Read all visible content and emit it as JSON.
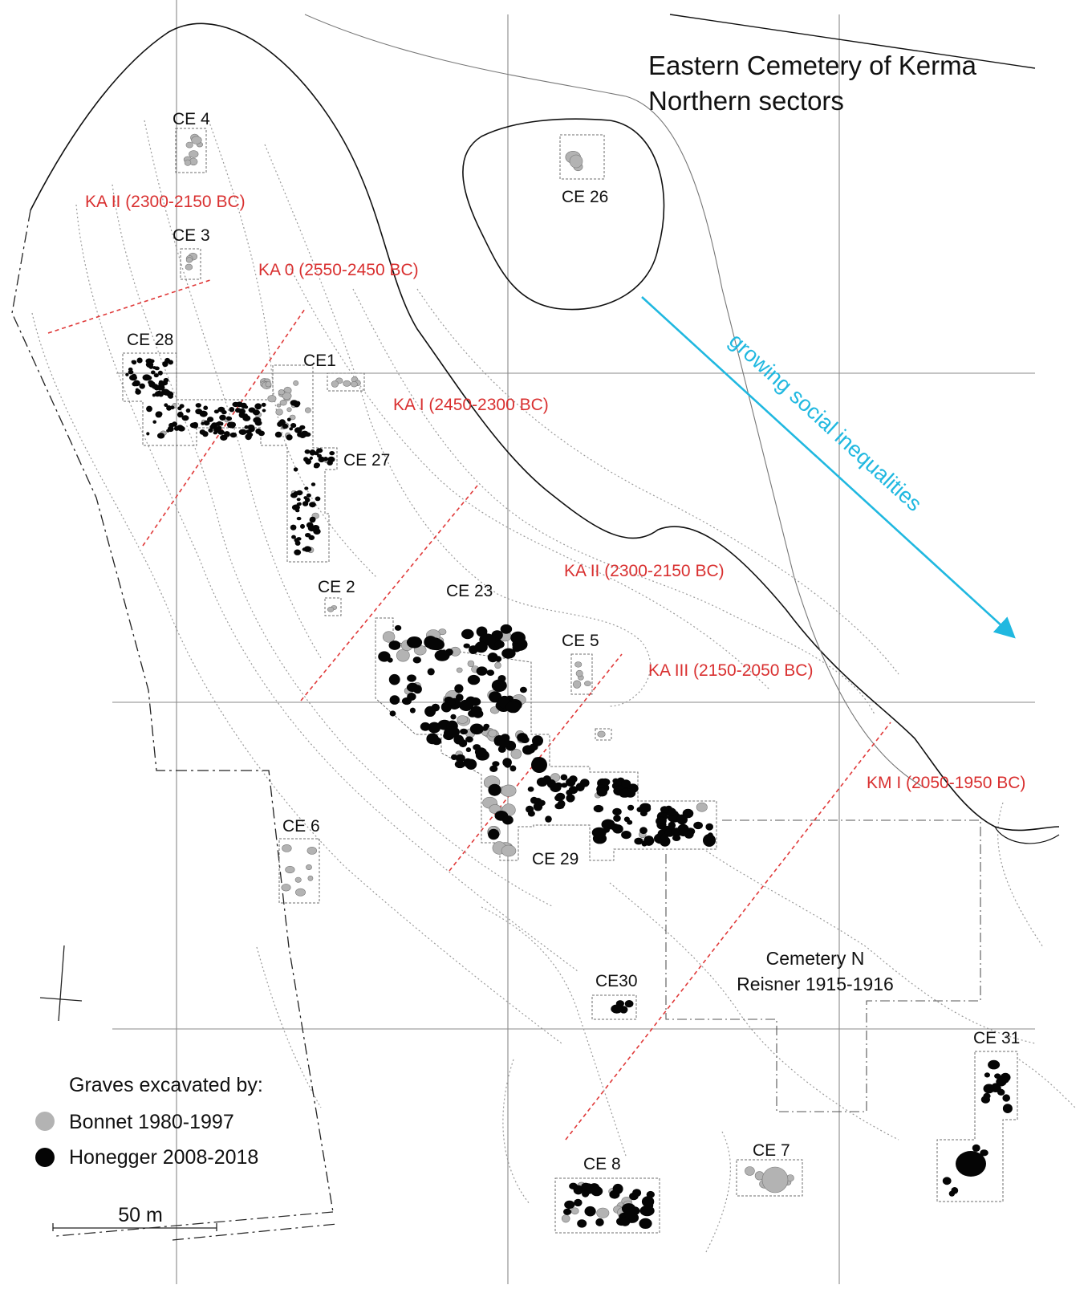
{
  "title": {
    "line1": "Eastern Cemetery of Kerma",
    "line2": "Northern sectors"
  },
  "sectors": {
    "ce4": "CE 4",
    "ce3": "CE 3",
    "ce28": "CE 28",
    "ce1": "CE1",
    "ce27": "CE 27",
    "ce26": "CE 26",
    "ce2": "CE 2",
    "ce23": "CE 23",
    "ce5": "CE 5",
    "ce6": "CE 6",
    "ce29": "CE 29",
    "ce30": "CE30",
    "ce31": "CE 31",
    "ce7": "CE 7",
    "ce8": "CE 8"
  },
  "phases": {
    "ka2_upper": "KA II (2300-2150 BC)",
    "ka0": "KA 0 (2550-2450 BC)",
    "ka1": "KA I (2450-2300 BC)",
    "ka2_lower": "KA II (2300-2150 BC)",
    "ka3": "KA III (2150-2050 BC)",
    "km1": "KM I (2050-1950 BC)"
  },
  "arrow": {
    "label": "growing social inequalities",
    "color": "#20b8e0"
  },
  "cemetery_n": {
    "line1": "Cemetery N",
    "line2": "Reisner 1915-1916"
  },
  "legend": {
    "title": "Graves excavated by:",
    "items": [
      {
        "label": "Bonnet 1980-1997",
        "color": "#b3b3b3"
      },
      {
        "label": "Honegger 2008-2018",
        "color": "#050505"
      }
    ]
  },
  "scale": {
    "label": "50 m"
  },
  "colors": {
    "phase_lines": "#e03a3a",
    "bonnet_graves": "#b3b3b3",
    "honegger_graves": "#050505"
  }
}
